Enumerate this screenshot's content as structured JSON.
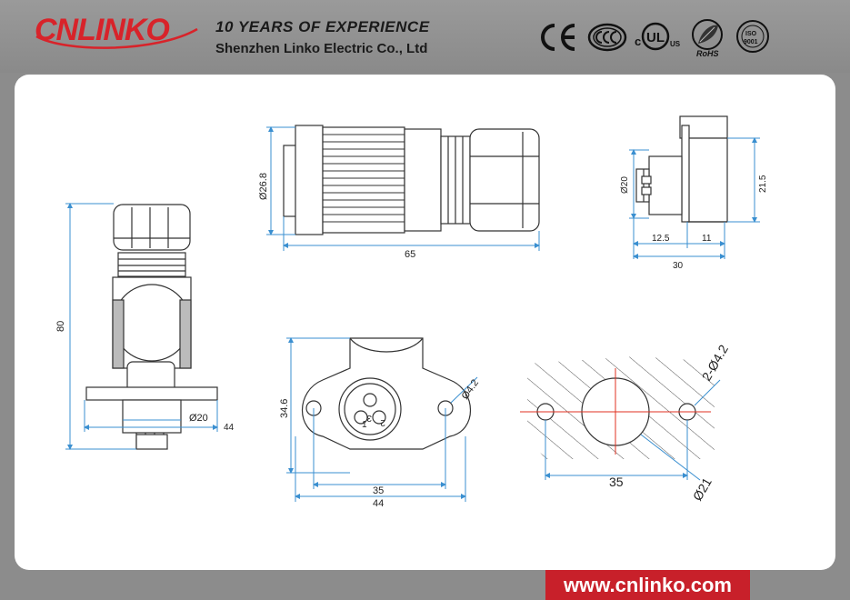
{
  "header": {
    "logo": "CNLINKO",
    "tagline": "10 YEARS OF  EXPERIENCE",
    "company": "Shenzhen Linko Electric Co., Ltd",
    "cert_icons": [
      "ce-mark-icon",
      "ccc-mark-icon",
      "cul-us-mark-icon",
      "rohs-mark-icon",
      "iso9001-mark-icon"
    ],
    "cert_labels": {
      "rohs": "RoHS",
      "iso": "ISO",
      "iso_num": "9001",
      "ul_c": "c",
      "ul_us": "US"
    }
  },
  "dimensions": {
    "side_height": "80",
    "side_d20": "Ø20",
    "side_44": "44",
    "top_d26_8": "Ø26.8",
    "top_65": "65",
    "right_d20": "Ø20",
    "right_21_5": "21.5",
    "right_12_5": "12.5",
    "right_11": "11",
    "right_30": "30",
    "front_34_6": "34.6",
    "front_d4_2": "Ø4.2",
    "front_35": "35",
    "front_44": "44",
    "pin_1": "1",
    "pin_2": "2",
    "pin_3": "3",
    "cut_2_d4_2": "2-Ø4.2",
    "cut_35": "35",
    "cut_d21": "Ø21"
  },
  "footer": {
    "url": "www.cnlinko.com"
  },
  "colors": {
    "brand_red": "#d8232a",
    "dim_line": "#3a8fd0",
    "center_line": "#e03020"
  }
}
